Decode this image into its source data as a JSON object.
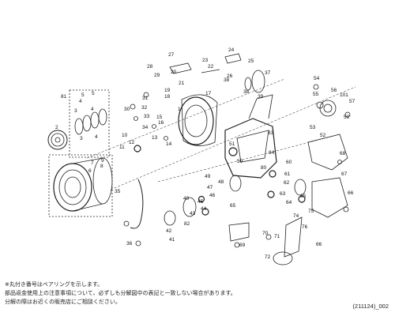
{
  "labels": [
    {
      "id": "callout-27",
      "text": "27"
    },
    {
      "id": "callout-28",
      "text": "28"
    },
    {
      "id": "callout-29",
      "text": "29"
    },
    {
      "id": "callout-20",
      "text": "20"
    },
    {
      "id": "callout-21",
      "text": "21"
    },
    {
      "id": "callout-22",
      "text": "22"
    },
    {
      "id": "callout-23",
      "text": "23"
    },
    {
      "id": "callout-24",
      "text": "24"
    },
    {
      "id": "callout-25",
      "text": "25"
    },
    {
      "id": "callout-26",
      "text": "26"
    },
    {
      "id": "callout-19",
      "text": "19"
    },
    {
      "id": "callout-18",
      "text": "18"
    },
    {
      "id": "callout-17",
      "text": "17"
    },
    {
      "id": "callout-1",
      "text": "1"
    },
    {
      "id": "callout-38a",
      "text": "38"
    },
    {
      "id": "callout-38b",
      "text": "38"
    },
    {
      "id": "callout-37",
      "text": "37"
    },
    {
      "id": "callout-39",
      "text": "39"
    },
    {
      "id": "callout-81",
      "text": "81"
    },
    {
      "id": "callout-5a",
      "text": "5"
    },
    {
      "id": "callout-5b",
      "text": "5"
    },
    {
      "id": "callout-4a",
      "text": "4"
    },
    {
      "id": "callout-4b",
      "text": "4"
    },
    {
      "id": "callout-4c",
      "text": "4"
    },
    {
      "id": "callout-3a",
      "text": "3"
    },
    {
      "id": "callout-3b",
      "text": "3"
    },
    {
      "id": "callout-2",
      "text": "2"
    },
    {
      "id": "callout-30",
      "text": "30"
    },
    {
      "id": "callout-31",
      "text": "31"
    },
    {
      "id": "callout-32",
      "text": "32"
    },
    {
      "id": "callout-33",
      "text": "33"
    },
    {
      "id": "callout-34",
      "text": "34"
    },
    {
      "id": "callout-15",
      "text": "15"
    },
    {
      "id": "callout-16",
      "text": "16"
    },
    {
      "id": "callout-13",
      "text": "13"
    },
    {
      "id": "callout-14",
      "text": "14"
    },
    {
      "id": "callout-10",
      "text": "10"
    },
    {
      "id": "callout-11",
      "text": "11"
    },
    {
      "id": "callout-12",
      "text": "12"
    },
    {
      "id": "callout-9",
      "text": "9"
    },
    {
      "id": "callout-8",
      "text": "8"
    },
    {
      "id": "callout-7",
      "text": "7"
    },
    {
      "id": "callout-6",
      "text": "6"
    },
    {
      "id": "callout-35",
      "text": "35"
    },
    {
      "id": "callout-36",
      "text": "36"
    },
    {
      "id": "callout-54",
      "text": "54"
    },
    {
      "id": "callout-55",
      "text": "55"
    },
    {
      "id": "callout-56",
      "text": "56"
    },
    {
      "id": "callout-101",
      "text": "101"
    },
    {
      "id": "callout-57",
      "text": "57"
    },
    {
      "id": "callout-58",
      "text": "58"
    },
    {
      "id": "callout-53",
      "text": "53"
    },
    {
      "id": "callout-52",
      "text": "52"
    },
    {
      "id": "callout-83",
      "text": "83"
    },
    {
      "id": "callout-51",
      "text": "51"
    },
    {
      "id": "callout-50",
      "text": "50"
    },
    {
      "id": "callout-84",
      "text": "84"
    },
    {
      "id": "callout-80",
      "text": "80"
    },
    {
      "id": "callout-49",
      "text": "49"
    },
    {
      "id": "callout-48",
      "text": "48"
    },
    {
      "id": "callout-47",
      "text": "47"
    },
    {
      "id": "callout-46",
      "text": "46"
    },
    {
      "id": "callout-45",
      "text": "45"
    },
    {
      "id": "callout-44",
      "text": "44"
    },
    {
      "id": "callout-43",
      "text": "43"
    },
    {
      "id": "callout-42",
      "text": "42"
    },
    {
      "id": "callout-41",
      "text": "41"
    },
    {
      "id": "callout-82",
      "text": "82"
    },
    {
      "id": "callout-40",
      "text": "40"
    },
    {
      "id": "callout-68",
      "text": "68"
    },
    {
      "id": "callout-67",
      "text": "67"
    },
    {
      "id": "callout-66a",
      "text": "66"
    },
    {
      "id": "callout-66b",
      "text": "66"
    },
    {
      "id": "callout-60",
      "text": "60"
    },
    {
      "id": "callout-61",
      "text": "61"
    },
    {
      "id": "callout-62",
      "text": "62"
    },
    {
      "id": "callout-63",
      "text": "63"
    },
    {
      "id": "callout-64",
      "text": "64"
    },
    {
      "id": "callout-65a",
      "text": "65"
    },
    {
      "id": "callout-65b",
      "text": "65"
    },
    {
      "id": "callout-69",
      "text": "69"
    },
    {
      "id": "callout-70",
      "text": "70"
    },
    {
      "id": "callout-71",
      "text": "71"
    },
    {
      "id": "callout-72",
      "text": "72"
    },
    {
      "id": "callout-74",
      "text": "74"
    },
    {
      "id": "callout-75",
      "text": "75"
    },
    {
      "id": "callout-76",
      "text": "76"
    }
  ],
  "notes": {
    "line1": "※丸付き番号はベアリングを示します。",
    "line2": "部品返金使用上の注意事項について、必ずしも分解図中の表記と一致しない場合があります。",
    "line3": "分解の際はお近くの販売店にご相談ください。"
  },
  "doc_code": "(211124)_002"
}
